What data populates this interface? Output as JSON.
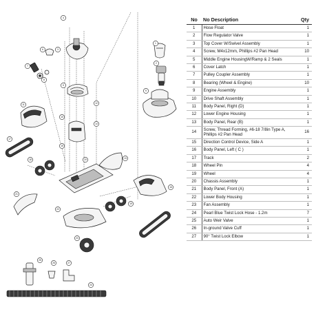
{
  "table": {
    "headers": {
      "no": "No",
      "description": "No Description",
      "qty": "Qty"
    },
    "rows": [
      {
        "no": "1",
        "description": "Hose Float",
        "qty": "1"
      },
      {
        "no": "2",
        "description": "Flow Regulator Valve",
        "qty": "1"
      },
      {
        "no": "3",
        "description": "Top Cover W/Swivel Assembly",
        "qty": "1"
      },
      {
        "no": "4",
        "description": "Screw, M4x12mm, Phillips #2 Pan Head",
        "qty": "10"
      },
      {
        "no": "5",
        "description": "Middle Engine HousingW/Ramp & 2 Seals",
        "qty": "1"
      },
      {
        "no": "6",
        "description": "Cover Latch",
        "qty": "1"
      },
      {
        "no": "7",
        "description": "Pulley Coupler Assembly",
        "qty": "1"
      },
      {
        "no": "8",
        "description": "Bearing (Wheel & Engine)",
        "qty": "10"
      },
      {
        "no": "9",
        "description": "Engine Assembly",
        "qty": "1"
      },
      {
        "no": "10",
        "description": "Drive Shaft Assembly",
        "qty": "1"
      },
      {
        "no": "11",
        "description": "Body Panel, Right (D)",
        "qty": "1"
      },
      {
        "no": "12",
        "description": "Lower Engine Housing",
        "qty": "1"
      },
      {
        "no": "13",
        "description": "Body Panel, Rear (B)",
        "qty": "1"
      },
      {
        "no": "14",
        "description": "Screw, Thread Forming, #6-18 7/8in Type A, Phillips #2 Pan Head",
        "qty": "16",
        "tall": true
      },
      {
        "no": "15",
        "description": "Direction Control Device, Side A",
        "qty": "1"
      },
      {
        "no": "16",
        "description": "Body Panel, Left ( C )",
        "qty": "1"
      },
      {
        "no": "17",
        "description": "Track",
        "qty": "2"
      },
      {
        "no": "18",
        "description": "Wheel Pin",
        "qty": "4"
      },
      {
        "no": "19",
        "description": "Wheel",
        "qty": "4"
      },
      {
        "no": "20",
        "description": "Chassis Assembly",
        "qty": "1"
      },
      {
        "no": "21",
        "description": "Body Panel, Front (A)",
        "qty": "1"
      },
      {
        "no": "22",
        "description": "Lower Body Housing",
        "qty": "1"
      },
      {
        "no": "23",
        "description": "Fan Assembly",
        "qty": "1"
      },
      {
        "no": "24",
        "description": "Pearl Blue Twist Lock Hose - 1.2m",
        "qty": "7"
      },
      {
        "no": "25",
        "description": "Auto Weir Valve",
        "qty": "1"
      },
      {
        "no": "26",
        "description": "In-ground Valve Cuff",
        "qty": "1"
      },
      {
        "no": "27",
        "description": "90° Twist Lock Elbow",
        "qty": "1"
      }
    ]
  },
  "callouts": [
    "1",
    "2",
    "3",
    "4",
    "5",
    "6",
    "7",
    "8",
    "9",
    "10",
    "11",
    "12",
    "13",
    "14",
    "15",
    "16",
    "17",
    "18",
    "19",
    "20",
    "21",
    "22",
    "23",
    "24",
    "25",
    "26",
    "27"
  ]
}
